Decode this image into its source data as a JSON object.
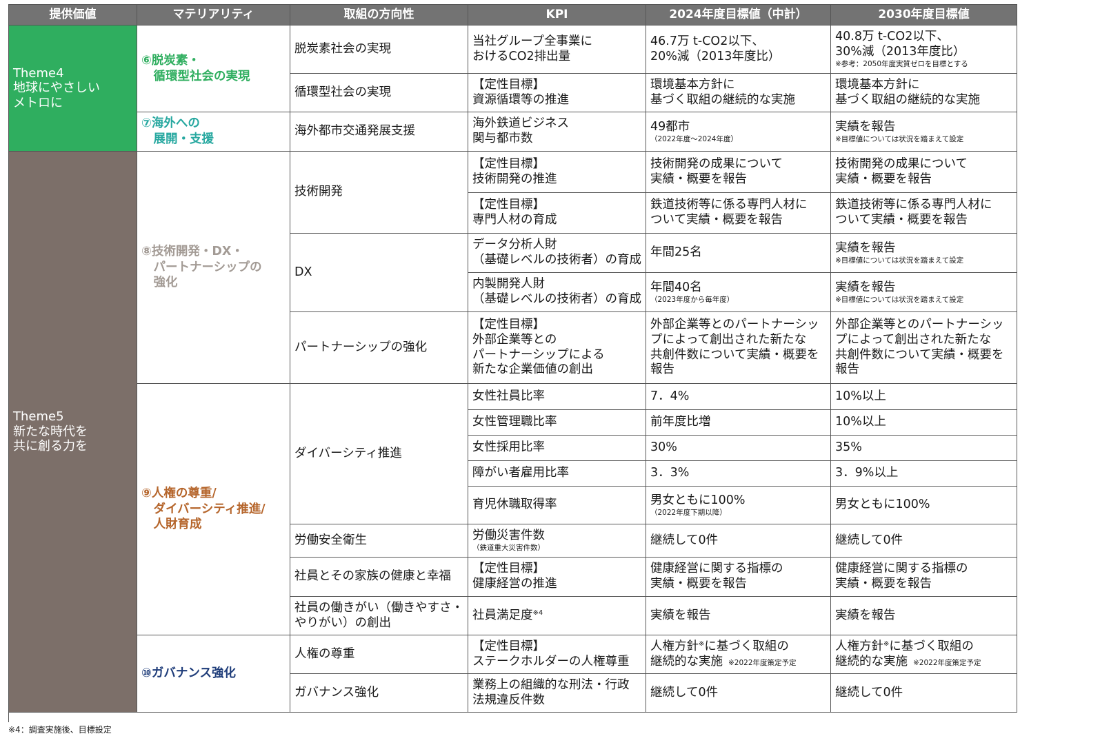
{
  "headers": [
    "提供価値",
    "マテリアリティ",
    "取組の方向性",
    "KPI",
    "2024年度目標値（中計）",
    "2030年度目標値"
  ],
  "themes": {
    "t4": "Theme4\n地球にやさしい\nメトロに",
    "t5": "Theme5\n新たな時代を\n共に創る力を"
  },
  "materiality": {
    "m6": "⑥脱炭素・\n　循環型社会の実現",
    "m7": "⑦海外への\n　展開・支援",
    "m8": "⑧技術開発・DX・\n　パートナーシップの\n　強化",
    "m9": "⑨人権の尊重/\n　ダイバーシティ推進/\n　人財育成",
    "m10": "⑩ガバナンス強化"
  },
  "directions": {
    "d1": "脱炭素社会の実現",
    "d2": "循環型社会の実現",
    "d3": "海外都市交通発展支援",
    "d4": "技術開発",
    "d5": "DX",
    "d6": "パートナーシップの強化",
    "d7": "ダイバーシティ推進",
    "d8": "労働安全衛生",
    "d9": "社員とその家族の健康と幸福",
    "d10": "社員の働きがい（働きやすさ・\nやりがい）の創出",
    "d11": "人権の尊重",
    "d12": "ガバナンス強化"
  },
  "rows": [
    {
      "kpi": "当社グループ全事業に\nおけるCO2排出量",
      "v2024": "46.7万 t-CO2以下、\n20%減（2013年度比）",
      "v2024_note": "",
      "v2030": "40.8万 t-CO2以下、\n30%減（2013年度比）",
      "v2030_note": "※参考：2050年度実質ゼロを目標とする"
    },
    {
      "kpi": "【定性目標】\n資源循環等の推進",
      "v2024": "環境基本方針に\n基づく取組の継続的な実施",
      "v2024_note": "",
      "v2030": "環境基本方針に\n基づく取組の継続的な実施",
      "v2030_note": ""
    },
    {
      "kpi": "海外鉄道ビジネス\n関与都市数",
      "v2024": "49都市",
      "v2024_note": "（2022年度～2024年度）",
      "v2030": "実績を報告",
      "v2030_note": "※目標値については状況を踏まえて設定"
    },
    {
      "kpi": "【定性目標】\n技術開発の推進",
      "v2024": "技術開発の成果について\n実績・概要を報告",
      "v2024_note": "",
      "v2030": "技術開発の成果について\n実績・概要を報告",
      "v2030_note": ""
    },
    {
      "kpi": "【定性目標】\n専門人材の育成",
      "v2024": "鉄道技術等に係る専門人材に\nついて実績・概要を報告",
      "v2024_note": "",
      "v2030": "鉄道技術等に係る専門人材に\nついて実績・概要を報告",
      "v2030_note": ""
    },
    {
      "kpi": "データ分析人財\n（基礎レベルの技術者）の育成",
      "v2024": "年間25名",
      "v2024_note": "",
      "v2030": "実績を報告",
      "v2030_note": "※目標値については状況を踏まえて設定"
    },
    {
      "kpi": "内製開発人財\n（基礎レベルの技術者）の育成",
      "v2024": "年間40名",
      "v2024_note": "（2023年度から毎年度）",
      "v2030": "実績を報告",
      "v2030_note": "※目標値については状況を踏まえて設定"
    },
    {
      "kpi": "【定性目標】\n外部企業等との\nパートナーシップによる\n新たな企業価値の創出",
      "v2024": "外部企業等とのパートナーシッ\nプによって創出された新たな\n共創件数について実績・概要を\n報告",
      "v2024_note": "",
      "v2030": "外部企業等とのパートナーシッ\nプによって創出された新たな\n共創件数について実績・概要を\n報告",
      "v2030_note": ""
    },
    {
      "kpi": "女性社員比率",
      "v2024": "7．4%",
      "v2024_note": "",
      "v2030": "10%以上",
      "v2030_note": ""
    },
    {
      "kpi": "女性管理職比率",
      "v2024": "前年度比増",
      "v2024_note": "",
      "v2030": "10%以上",
      "v2030_note": ""
    },
    {
      "kpi": "女性採用比率",
      "v2024": "30%",
      "v2024_note": "",
      "v2030": "35%",
      "v2030_note": ""
    },
    {
      "kpi": "障がい者雇用比率",
      "v2024": "3．3%",
      "v2024_note": "",
      "v2030": "3．9%以上",
      "v2030_note": ""
    },
    {
      "kpi": "育児休職取得率",
      "v2024": "男女ともに100%",
      "v2024_note": "（2022年度下期以降）",
      "v2030": "男女ともに100%",
      "v2030_note": ""
    },
    {
      "kpi": "労働災害件数",
      "kpi_note": "（鉄道重大災害件数）",
      "v2024": "継続して0件",
      "v2024_note": "",
      "v2030": "継続して0件",
      "v2030_note": ""
    },
    {
      "kpi": "【定性目標】\n健康経営の推進",
      "v2024": "健康経営に関する指標の\n実績・概要を報告",
      "v2024_note": "",
      "v2030": "健康経営に関する指標の\n実績・概要を報告",
      "v2030_note": ""
    },
    {
      "kpi": "社員満足度",
      "kpi_sup": "※4",
      "v2024": "実績を報告",
      "v2024_note": "",
      "v2030": "実績を報告",
      "v2030_note": ""
    },
    {
      "kpi": "【定性目標】\nステークホルダーの人権尊重",
      "v2024_a": "人権方針",
      "v2024_sup": "※",
      "v2024_b": "に基づく取組の",
      "v2024_c": "継続的な実施",
      "v2024_note": "※2022年度策定予定",
      "v2030_a": "人権方針",
      "v2030_sup": "※",
      "v2030_b": "に基づく取組の",
      "v2030_c": "継続的な実施",
      "v2030_note": "※2022年度策定予定"
    },
    {
      "kpi": "業務上の組織的な刑法・行政\n法規違反件数",
      "v2024": "継続して0件",
      "v2024_note": "",
      "v2030": "継続して0件",
      "v2030_note": ""
    }
  ],
  "footnote": "※4：調査実施後、目標設定"
}
